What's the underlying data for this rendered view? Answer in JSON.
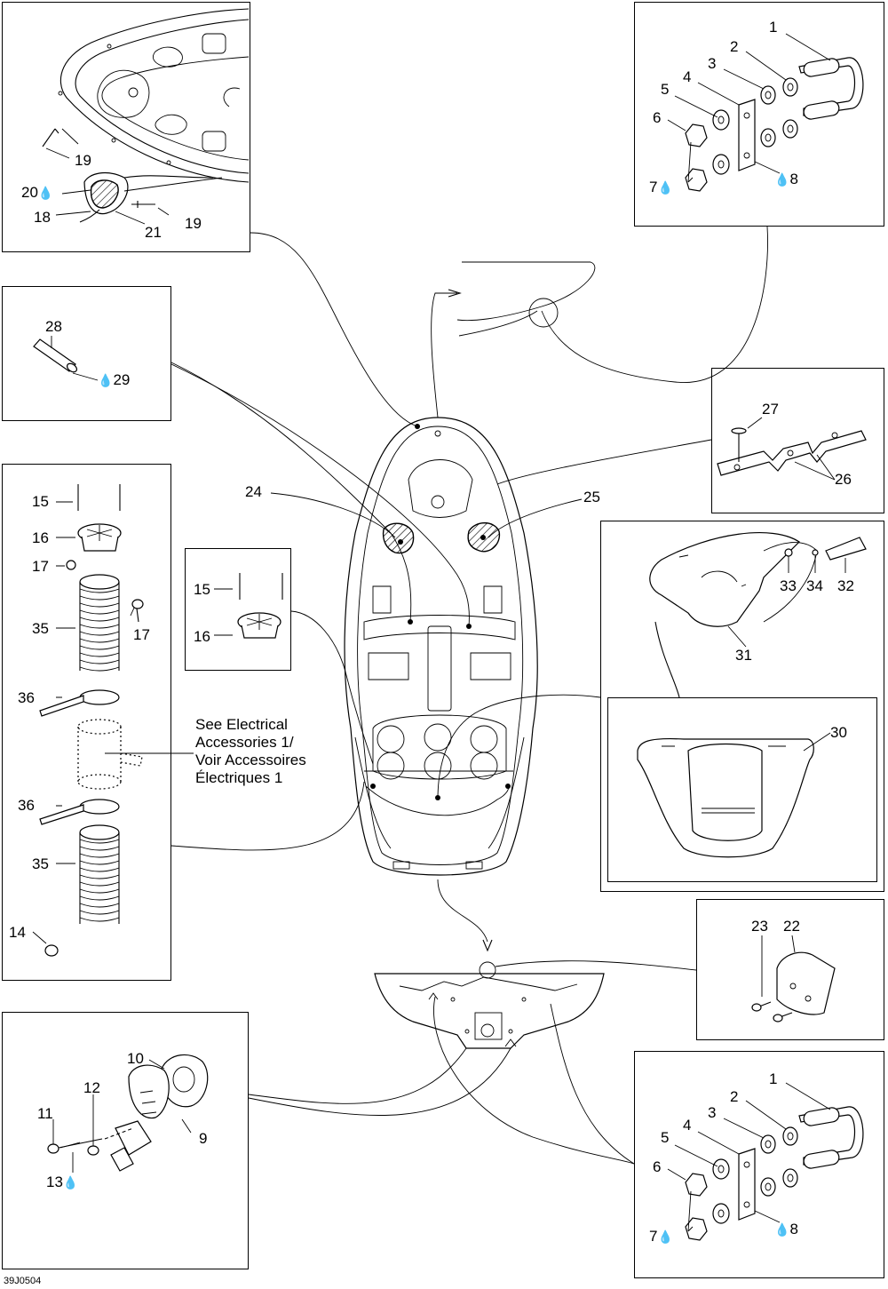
{
  "diagram_code": "39J0504",
  "drop_symbol": "💧",
  "callouts": {
    "c1a": "1",
    "c2a": "2",
    "c3a": "3",
    "c4a": "4",
    "c5a": "5",
    "c6a": "6",
    "c7a": "7",
    "c8a": "8",
    "c1b": "1",
    "c2b": "2",
    "c3b": "3",
    "c4b": "4",
    "c5b": "5",
    "c6b": "6",
    "c7b": "7",
    "c8b": "8",
    "c9": "9",
    "c10": "10",
    "c11": "11",
    "c12": "12",
    "c13": "13",
    "c14": "14",
    "c15a": "15",
    "c15b": "15",
    "c16a": "16",
    "c16b": "16",
    "c17a": "17",
    "c17b": "17",
    "c18": "18",
    "c19a": "19",
    "c19b": "19",
    "c20": "20",
    "c21": "21",
    "c22": "22",
    "c23": "23",
    "c24": "24",
    "c25": "25",
    "c26": "26",
    "c27": "27",
    "c28": "28",
    "c29": "29",
    "c30": "30",
    "c31": "31",
    "c32": "32",
    "c33": "33",
    "c34": "34",
    "c35a": "35",
    "c35b": "35",
    "c36a": "36",
    "c36b": "36"
  },
  "note_lines": [
    "See Electrical",
    "Accessories 1/",
    "Voir Accessoires",
    "Électriques 1"
  ]
}
